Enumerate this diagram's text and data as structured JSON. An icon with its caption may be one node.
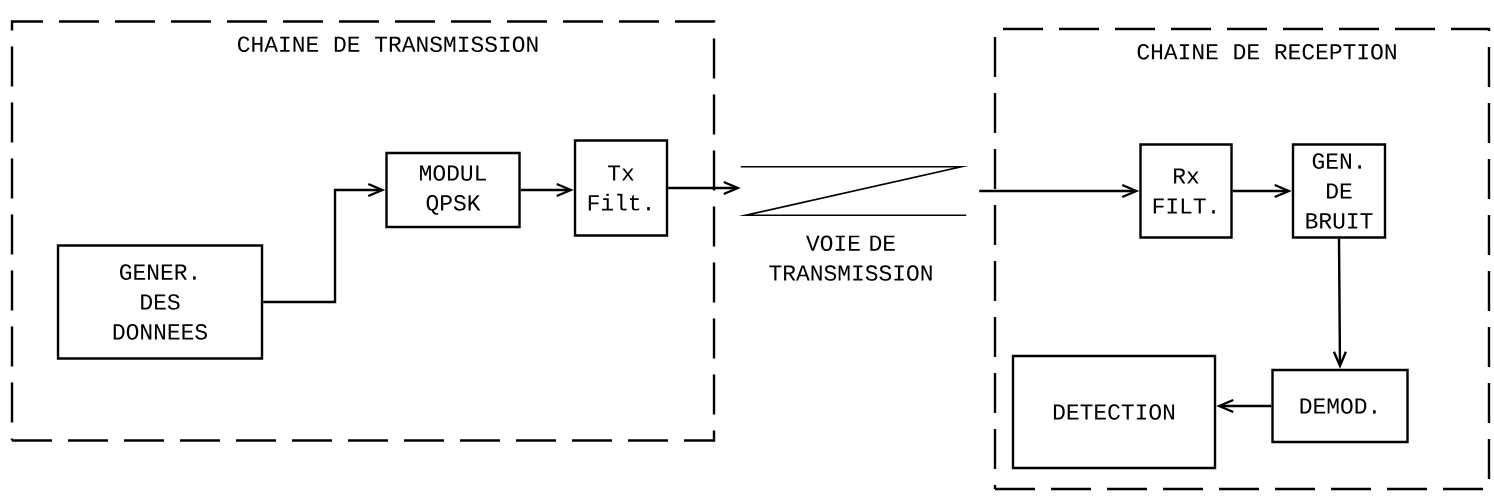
{
  "diagram": {
    "nodes": [
      {
        "text": [
          "CHAINE DE TRANSMISSION"
        ]
      },
      {
        "text": [
          "GENER. DES DONNEES"
        ],
        "in": 0
      },
      {
        "text": [
          "MODUL QPSK"
        ],
        "in": 0
      },
      {
        "text": [
          "Tx Filt."
        ],
        "in": 0
      },
      {
        "text": [
          "VOIE DE TRANSMISSION"
        ]
      },
      {
        "text": [
          "CHAINE DE RECEPTION"
        ]
      },
      {
        "text": [
          "Rx FILT."
        ],
        "in": 5
      },
      {
        "text": [
          "GEN. DE BRUIT"
        ],
        "in": 5
      },
      {
        "text": [
          "DEMOD."
        ],
        "in": 5
      },
      {
        "text": [
          "DETECTION"
        ],
        "in": 5
      }
    ],
    "edges": [
      {
        "from": 1,
        "to": 2,
        "arrow": "to"
      },
      {
        "from": 2,
        "to": 3,
        "arrow": "to"
      },
      {
        "from": 3,
        "to": 4,
        "arrow": "to"
      },
      {
        "from": 4,
        "to": 6,
        "arrow": "to"
      },
      {
        "from": 6,
        "to": 7,
        "arrow": "to"
      },
      {
        "from": 7,
        "to": 8,
        "arrow": "to"
      },
      {
        "from": 8,
        "to": 9,
        "arrow": "to"
      }
    ]
  }
}
